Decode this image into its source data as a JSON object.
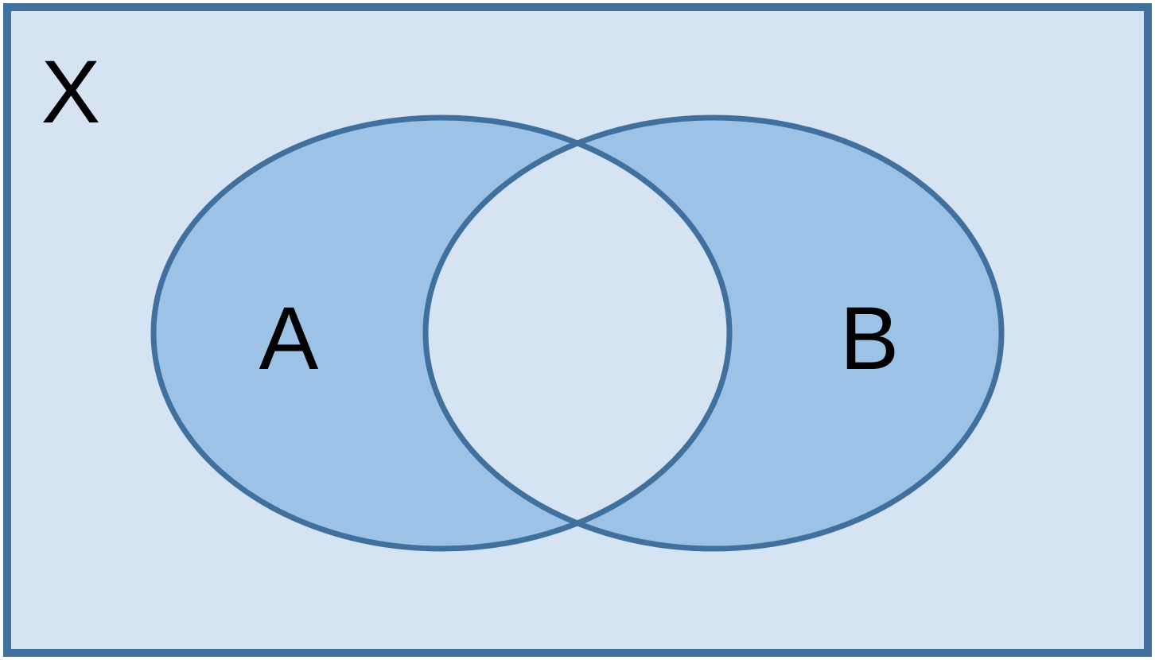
{
  "diagram": {
    "type": "venn",
    "universe_label": "X",
    "set_a_label": "A",
    "set_b_label": "B",
    "shaded_regions": "A-only and B-only (symmetric difference); intersection unshaded"
  },
  "colors": {
    "canvas_background": "#ffffff",
    "universe_fill": "#d5e3f3",
    "set_fill": "#9cc3e5",
    "intersection_fill": "#d5e3f3",
    "outline": "#40719e",
    "label_text": "#000000"
  }
}
